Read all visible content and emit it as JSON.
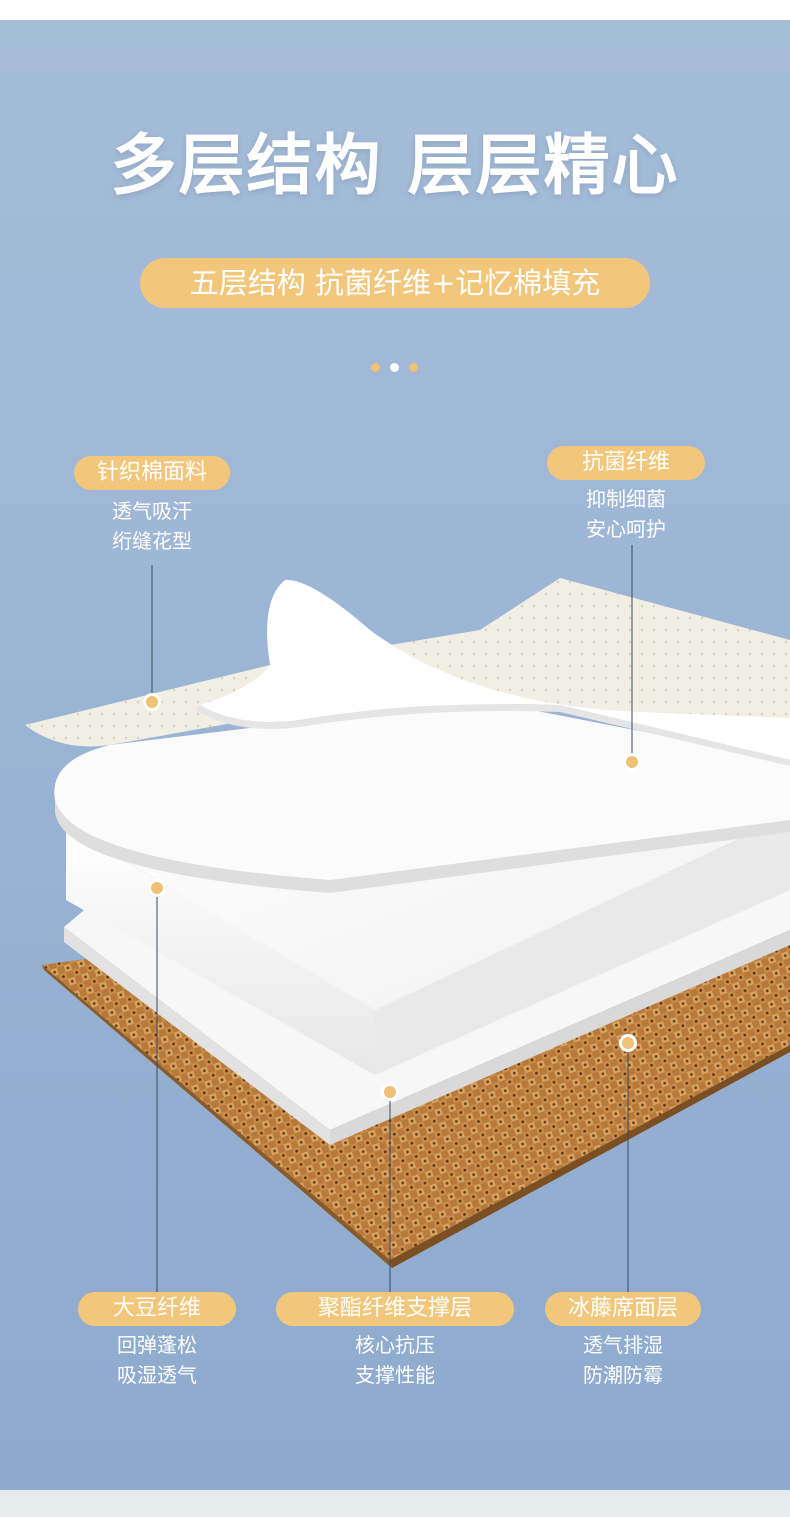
{
  "title": "多层结构 层层精心",
  "subtitle": "五层结构 抗菌纤维+记忆棉填充",
  "colors": {
    "background": "#9fb7d6",
    "accent": "#f2c77b",
    "text": "#ffffff",
    "footer": "#e6ecee"
  },
  "carousel_indicator": {
    "count": 3,
    "active_index": 1
  },
  "labels": {
    "knit_fabric": {
      "name": "针织棉面料",
      "line1": "透气吸汗",
      "line2": "绗缝花型"
    },
    "antibacterial": {
      "name": "抗菌纤维",
      "line1": "抑制细菌",
      "line2": "安心呵护"
    },
    "soy_fiber": {
      "name": "大豆纤维",
      "line1": "回弹蓬松",
      "line2": "吸湿透气"
    },
    "polyester": {
      "name": "聚酯纤维支撑层",
      "line1": "核心抗压",
      "line2": "支撑性能"
    },
    "rattan": {
      "name": "冰藤席面层",
      "line1": "透气排湿",
      "line2": "防潮防霉"
    }
  }
}
